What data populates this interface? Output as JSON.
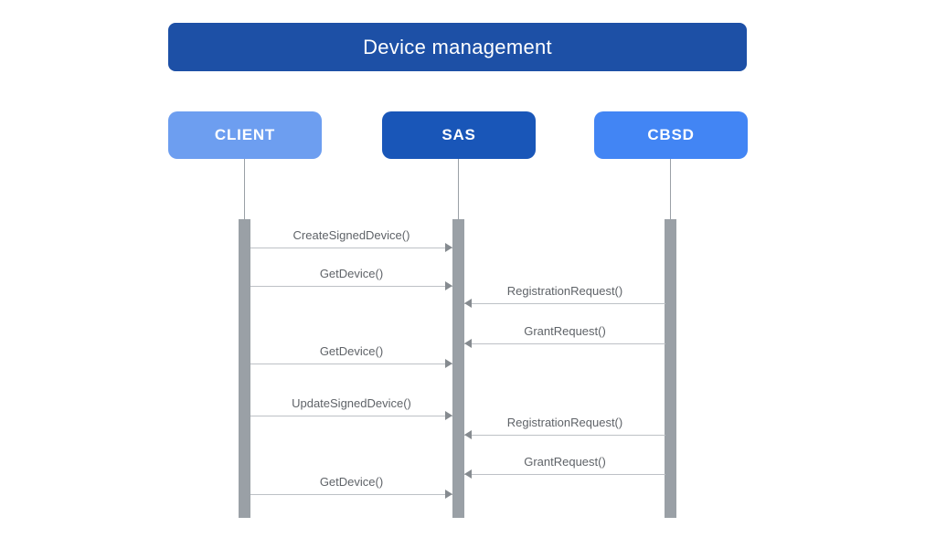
{
  "diagram": {
    "title": "Device management",
    "colors": {
      "title_bar": "#1D50A6",
      "actor_client": "#6D9EF0",
      "actor_sas": "#1956B8",
      "actor_cbsd": "#4285F4",
      "lifeline_gray": "#9AA0A6",
      "arrow_line": "#BDC1C6",
      "arrow_head": "#868B90",
      "message_text": "#5F6368"
    },
    "actors": [
      {
        "id": "client",
        "label": "CLIENT"
      },
      {
        "id": "sas",
        "label": "SAS"
      },
      {
        "id": "cbsd",
        "label": "CBSD"
      }
    ],
    "messages": [
      {
        "label": "CreateSignedDevice()",
        "from": "CLIENT",
        "to": "SAS"
      },
      {
        "label": "GetDevice()",
        "from": "CLIENT",
        "to": "SAS"
      },
      {
        "label": "RegistrationRequest()",
        "from": "CBSD",
        "to": "SAS"
      },
      {
        "label": "GrantRequest()",
        "from": "CBSD",
        "to": "SAS"
      },
      {
        "label": "GetDevice()",
        "from": "CLIENT",
        "to": "SAS"
      },
      {
        "label": "UpdateSignedDevice()",
        "from": "CLIENT",
        "to": "SAS"
      },
      {
        "label": "RegistrationRequest()",
        "from": "CBSD",
        "to": "SAS"
      },
      {
        "label": "GrantRequest()",
        "from": "CBSD",
        "to": "SAS"
      },
      {
        "label": "GetDevice()",
        "from": "CLIENT",
        "to": "SAS"
      }
    ]
  }
}
